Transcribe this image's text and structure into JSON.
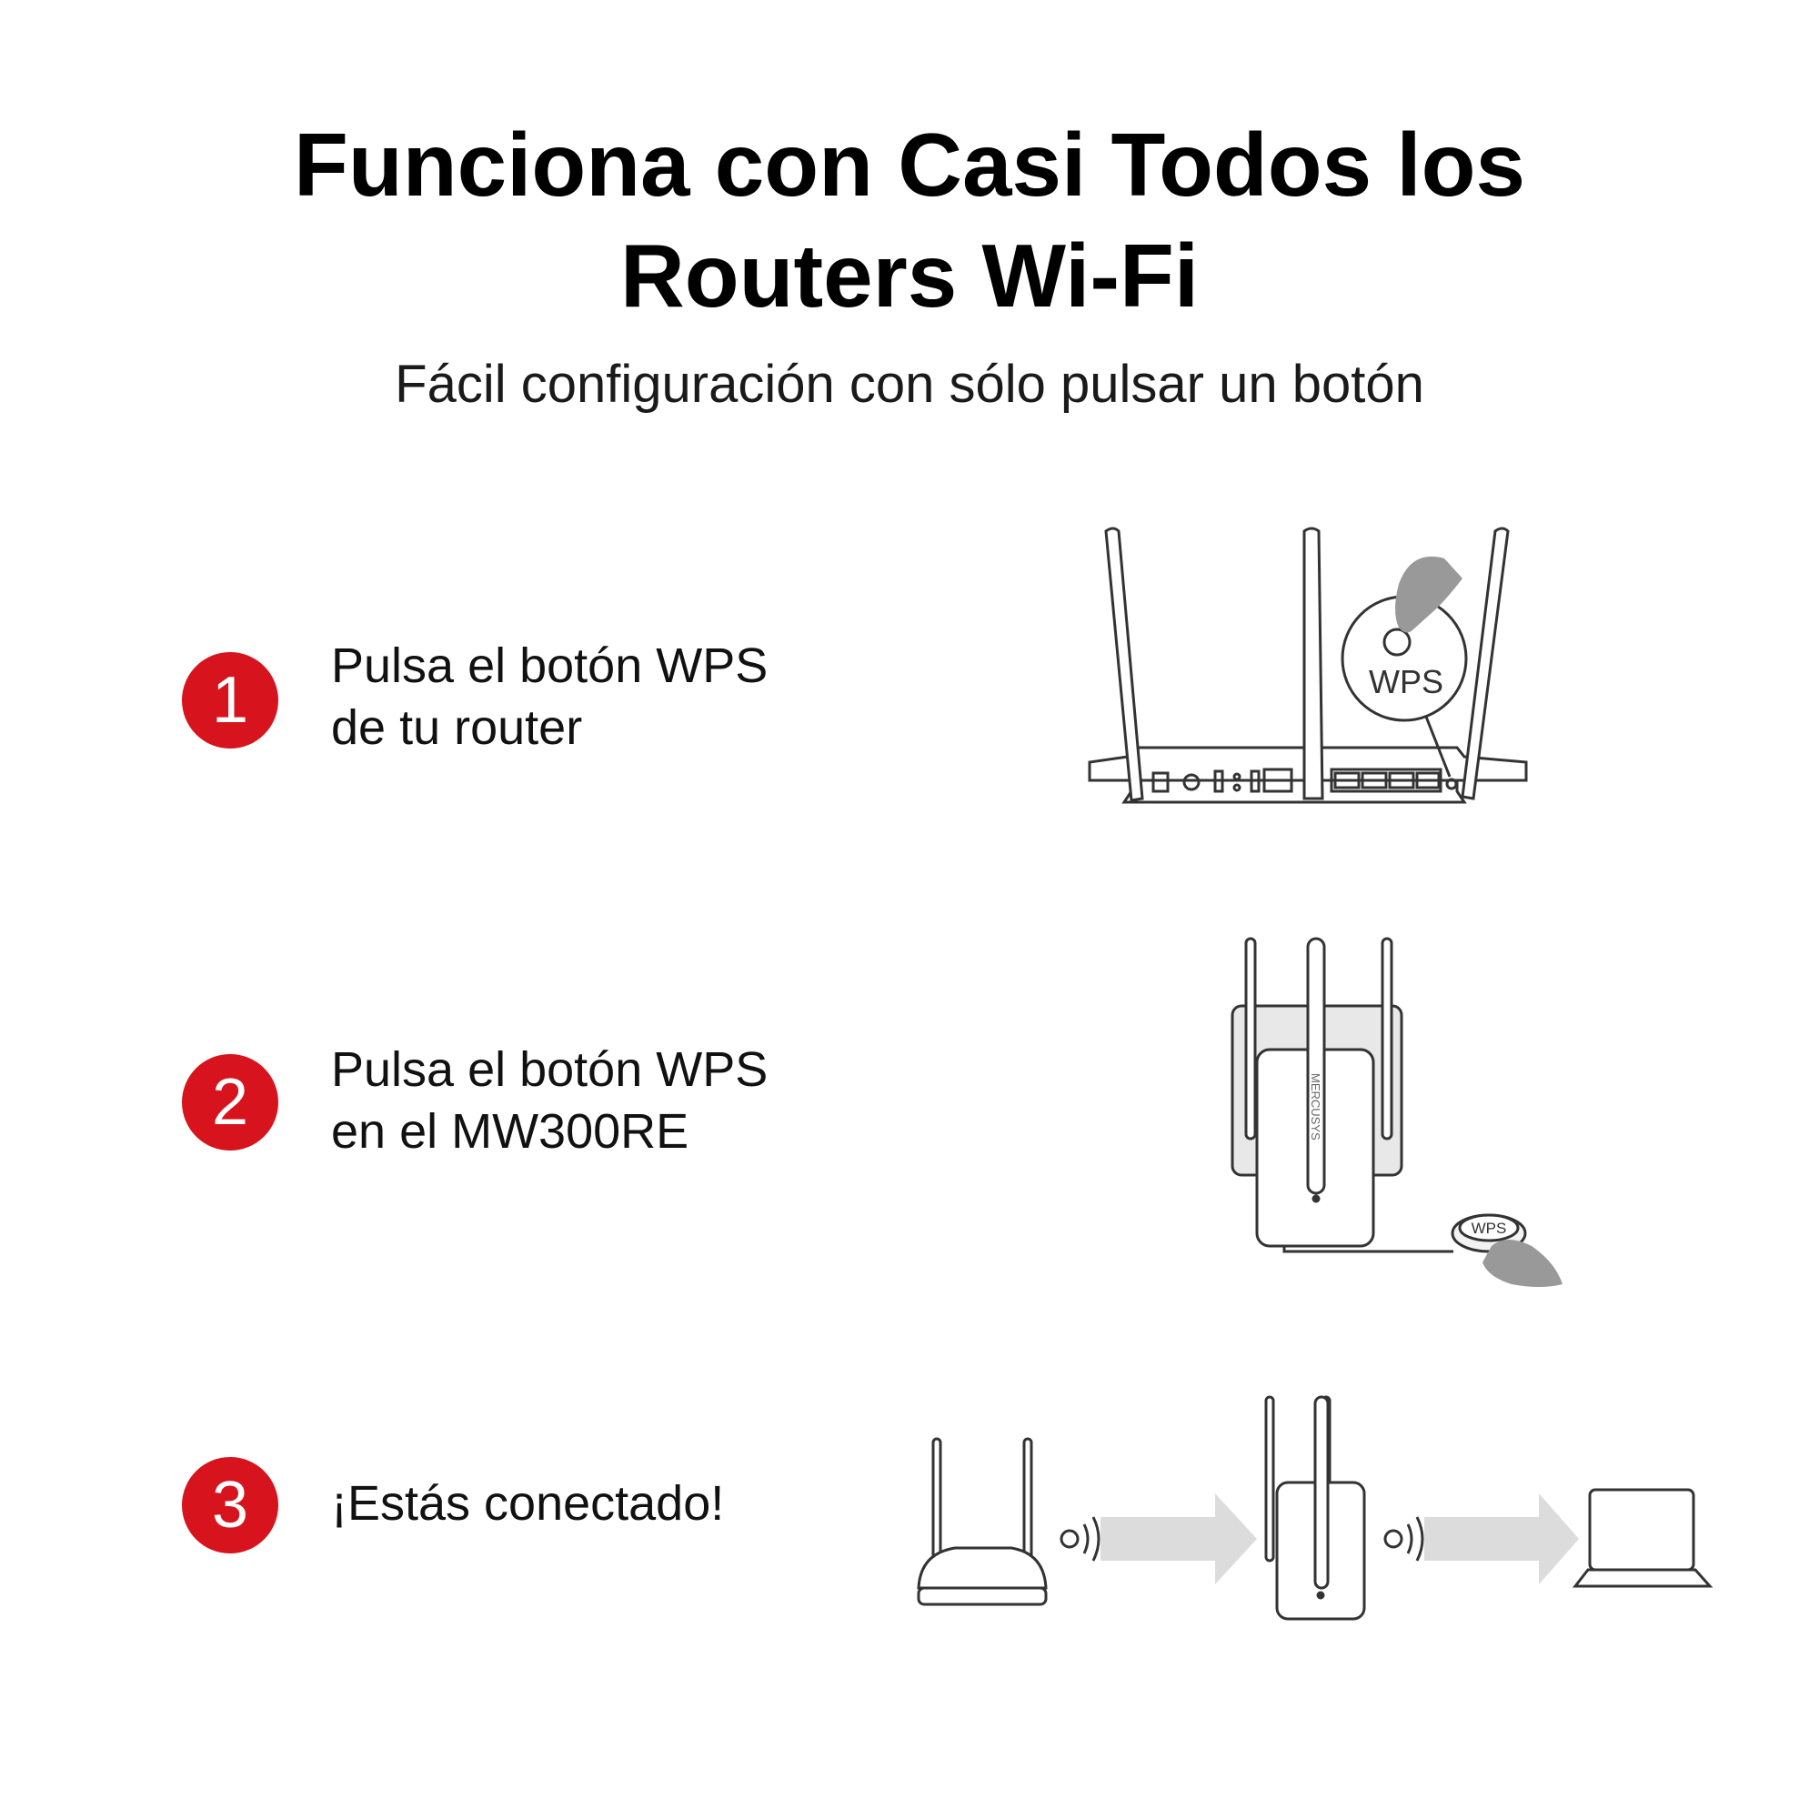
{
  "header": {
    "title_line1": "Funciona con Casi Todos los",
    "title_line2": "Routers Wi-Fi",
    "subtitle": "Fácil configuración con sólo pulsar un botón"
  },
  "steps": [
    {
      "number": "1",
      "line1": "Pulsa el botón WPS",
      "line2": "de tu router"
    },
    {
      "number": "2",
      "line1": "Pulsa el botón WPS",
      "line2": "en el MW300RE"
    },
    {
      "number": "3",
      "line1": "¡Estás conectado!",
      "line2": ""
    }
  ],
  "illustrations": {
    "router_wps_label": "WPS",
    "extender_wps_label": "WPS",
    "extender_brand": "MERCUSYS"
  },
  "colors": {
    "badge": "#d7141d",
    "line": "#333333",
    "arrow": "#dcdcdc"
  }
}
